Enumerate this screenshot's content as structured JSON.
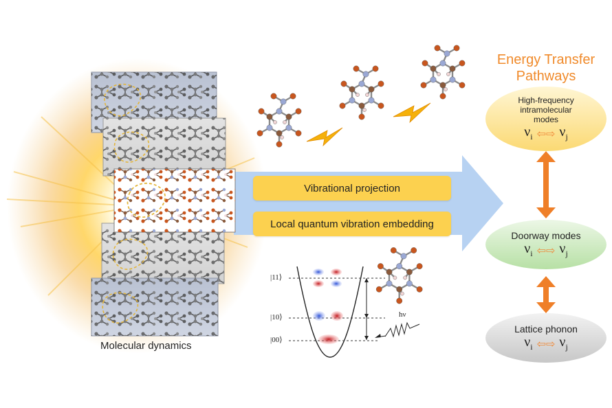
{
  "title": {
    "line1": "Energy Transfer",
    "line2": "Pathways",
    "color": "#f08a2a"
  },
  "md_caption": "Molecular dynamics",
  "methods": {
    "vibrational_projection": "Vibrational projection",
    "local_embedding": "Local quantum vibration embedding"
  },
  "pathway_nodes": {
    "high_frequency": {
      "line1": "High-frequency",
      "line2": "intramolecular",
      "line3": "modes",
      "nu_i": "i",
      "nu_j": "j",
      "color": "#fde39a"
    },
    "doorway": {
      "label": "Doorway modes",
      "nu_i": "i",
      "nu_j": "j",
      "color": "#cdeac0"
    },
    "lattice": {
      "label": "Lattice phonon",
      "nu_i": "i",
      "nu_j": "j",
      "color": "#d6d6d6"
    }
  },
  "nu_symbol": "ν",
  "quantum_states": {
    "state_11": "|11⟩",
    "state_10": "|10⟩",
    "state_00": "|00⟩",
    "photon": "hν"
  },
  "colors": {
    "big_arrow": "#b7d2f2",
    "pill": "#fcd14f",
    "updown_arrow": "#ef7f28",
    "exchange_arrow": "#ef8a3a",
    "atom_carbon": "#8a5a3c",
    "atom_nitrogen": "#9aa8d4",
    "atom_oxygen": "#c8561e",
    "atom_hydrogen": "#f1d5d5",
    "lightning": "#f5b10a"
  }
}
